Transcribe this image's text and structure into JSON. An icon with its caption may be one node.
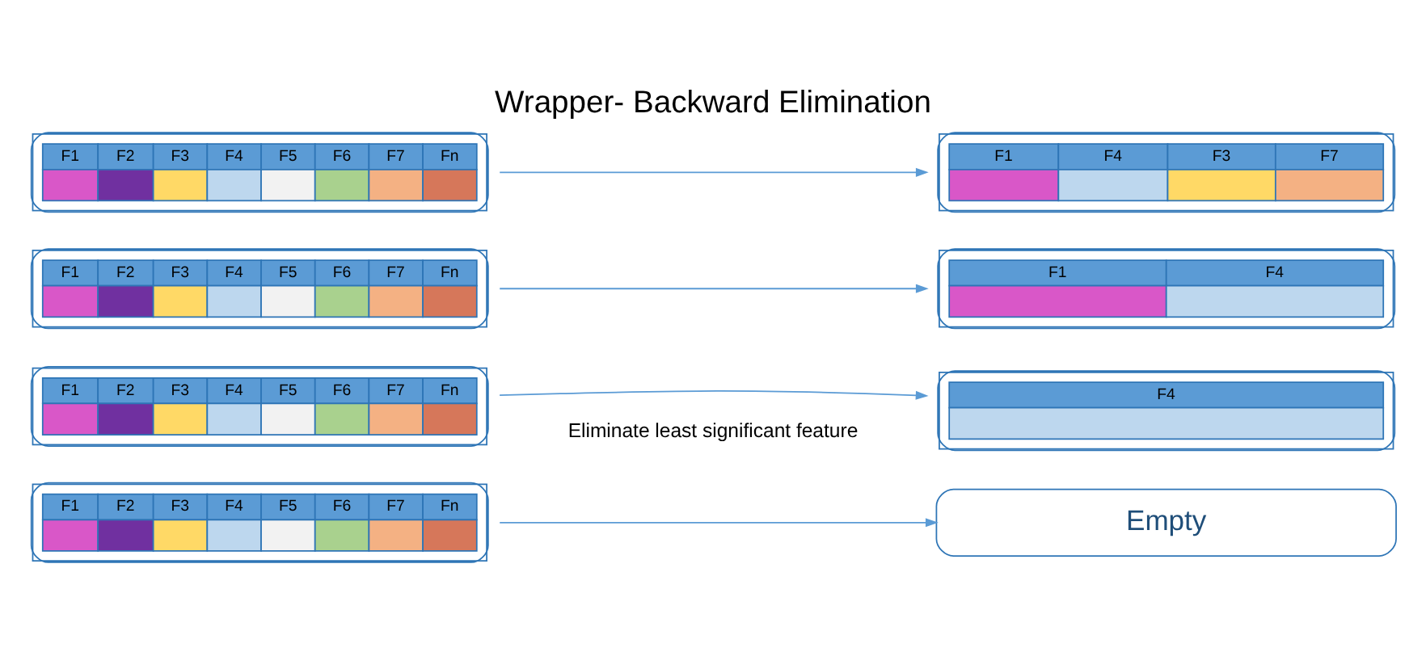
{
  "diagram": {
    "title": "Wrapper- Backward Elimination",
    "nodes": [
      {
        "text": [
          "F1",
          "F2",
          "F3",
          "F4",
          "F5",
          "F6",
          "F7",
          "Fn"
        ]
      },
      {
        "text": [
          "F1",
          "F2",
          "F3",
          "F4",
          "F5",
          "F6",
          "F7",
          "Fn"
        ]
      },
      {
        "text": [
          "F1",
          "F2",
          "F3",
          "F4",
          "F5",
          "F6",
          "F7",
          "Fn"
        ]
      },
      {
        "text": [
          "F1",
          "F2",
          "F3",
          "F4",
          "F5",
          "F6",
          "F7",
          "Fn"
        ]
      },
      {
        "text": [
          "Empty"
        ]
      },
      {
        "text": [
          "F4"
        ]
      },
      {
        "text": [
          "F1",
          "F4"
        ]
      },
      {
        "text": [
          "F1",
          "F4",
          "F3",
          "F7"
        ]
      }
    ],
    "edges": [
      {
        "from": 0,
        "to": 4,
        "arrow": "to"
      },
      {
        "from": 1,
        "to": 5,
        "arrow": "to"
      },
      {
        "from": 2,
        "to": 6,
        "arrow": "to"
      },
      {
        "from": 3,
        "to": 7,
        "arrow": "to"
      }
    ],
    "labels": [
      "Eliminate least significant feature"
    ]
  }
}
